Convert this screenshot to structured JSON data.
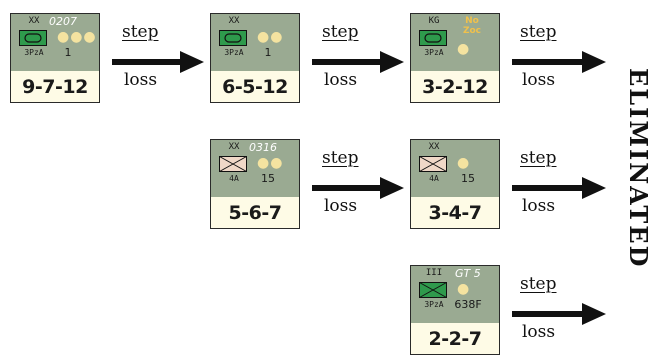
{
  "colors": {
    "counter_gray": "#9aaa92",
    "rating_bg": "#fefbe6",
    "symbol_green": "#2e9a4c",
    "symbol_pink": "#f0d8c8",
    "nozoc_yellow": "#f0c14c",
    "dot_yellow": "#f4e3a0"
  },
  "labels": {
    "step": "step",
    "loss": "loss",
    "eliminated": "ELIMINATED"
  },
  "rows": [
    {
      "counters": [
        {
          "size": "XX",
          "ident": "0207",
          "nozoc": "",
          "unit_symbol": "armor",
          "dots": "●●●",
          "formation": "3PzA",
          "strength": "1",
          "rating": "9-7-12"
        },
        {
          "size": "XX",
          "ident": "",
          "nozoc": "",
          "unit_symbol": "armor",
          "dots": "●●",
          "formation": "3PzA",
          "strength": "1",
          "rating": "6-5-12"
        },
        {
          "size": "KG",
          "ident": "",
          "nozoc": "No Zoc",
          "unit_symbol": "armor",
          "dots": "●",
          "formation": "3PzA",
          "strength": "",
          "rating": "3-2-12"
        }
      ]
    },
    {
      "counters": [
        {
          "size": "XX",
          "ident": "0316",
          "nozoc": "",
          "unit_symbol": "infantry",
          "dots": "●●",
          "formation": "4A",
          "strength": "15",
          "rating": "5-6-7"
        },
        {
          "size": "XX",
          "ident": "",
          "nozoc": "",
          "unit_symbol": "infantry",
          "dots": "●",
          "formation": "4A",
          "strength": "15",
          "rating": "3-4-7"
        }
      ]
    },
    {
      "counters": [
        {
          "size": "III",
          "ident": "GT 5",
          "nozoc": "",
          "unit_symbol": "panzergrenadier",
          "dots": "●",
          "formation": "3PzA",
          "strength": "638F",
          "rating": "2-2-7"
        }
      ]
    }
  ]
}
